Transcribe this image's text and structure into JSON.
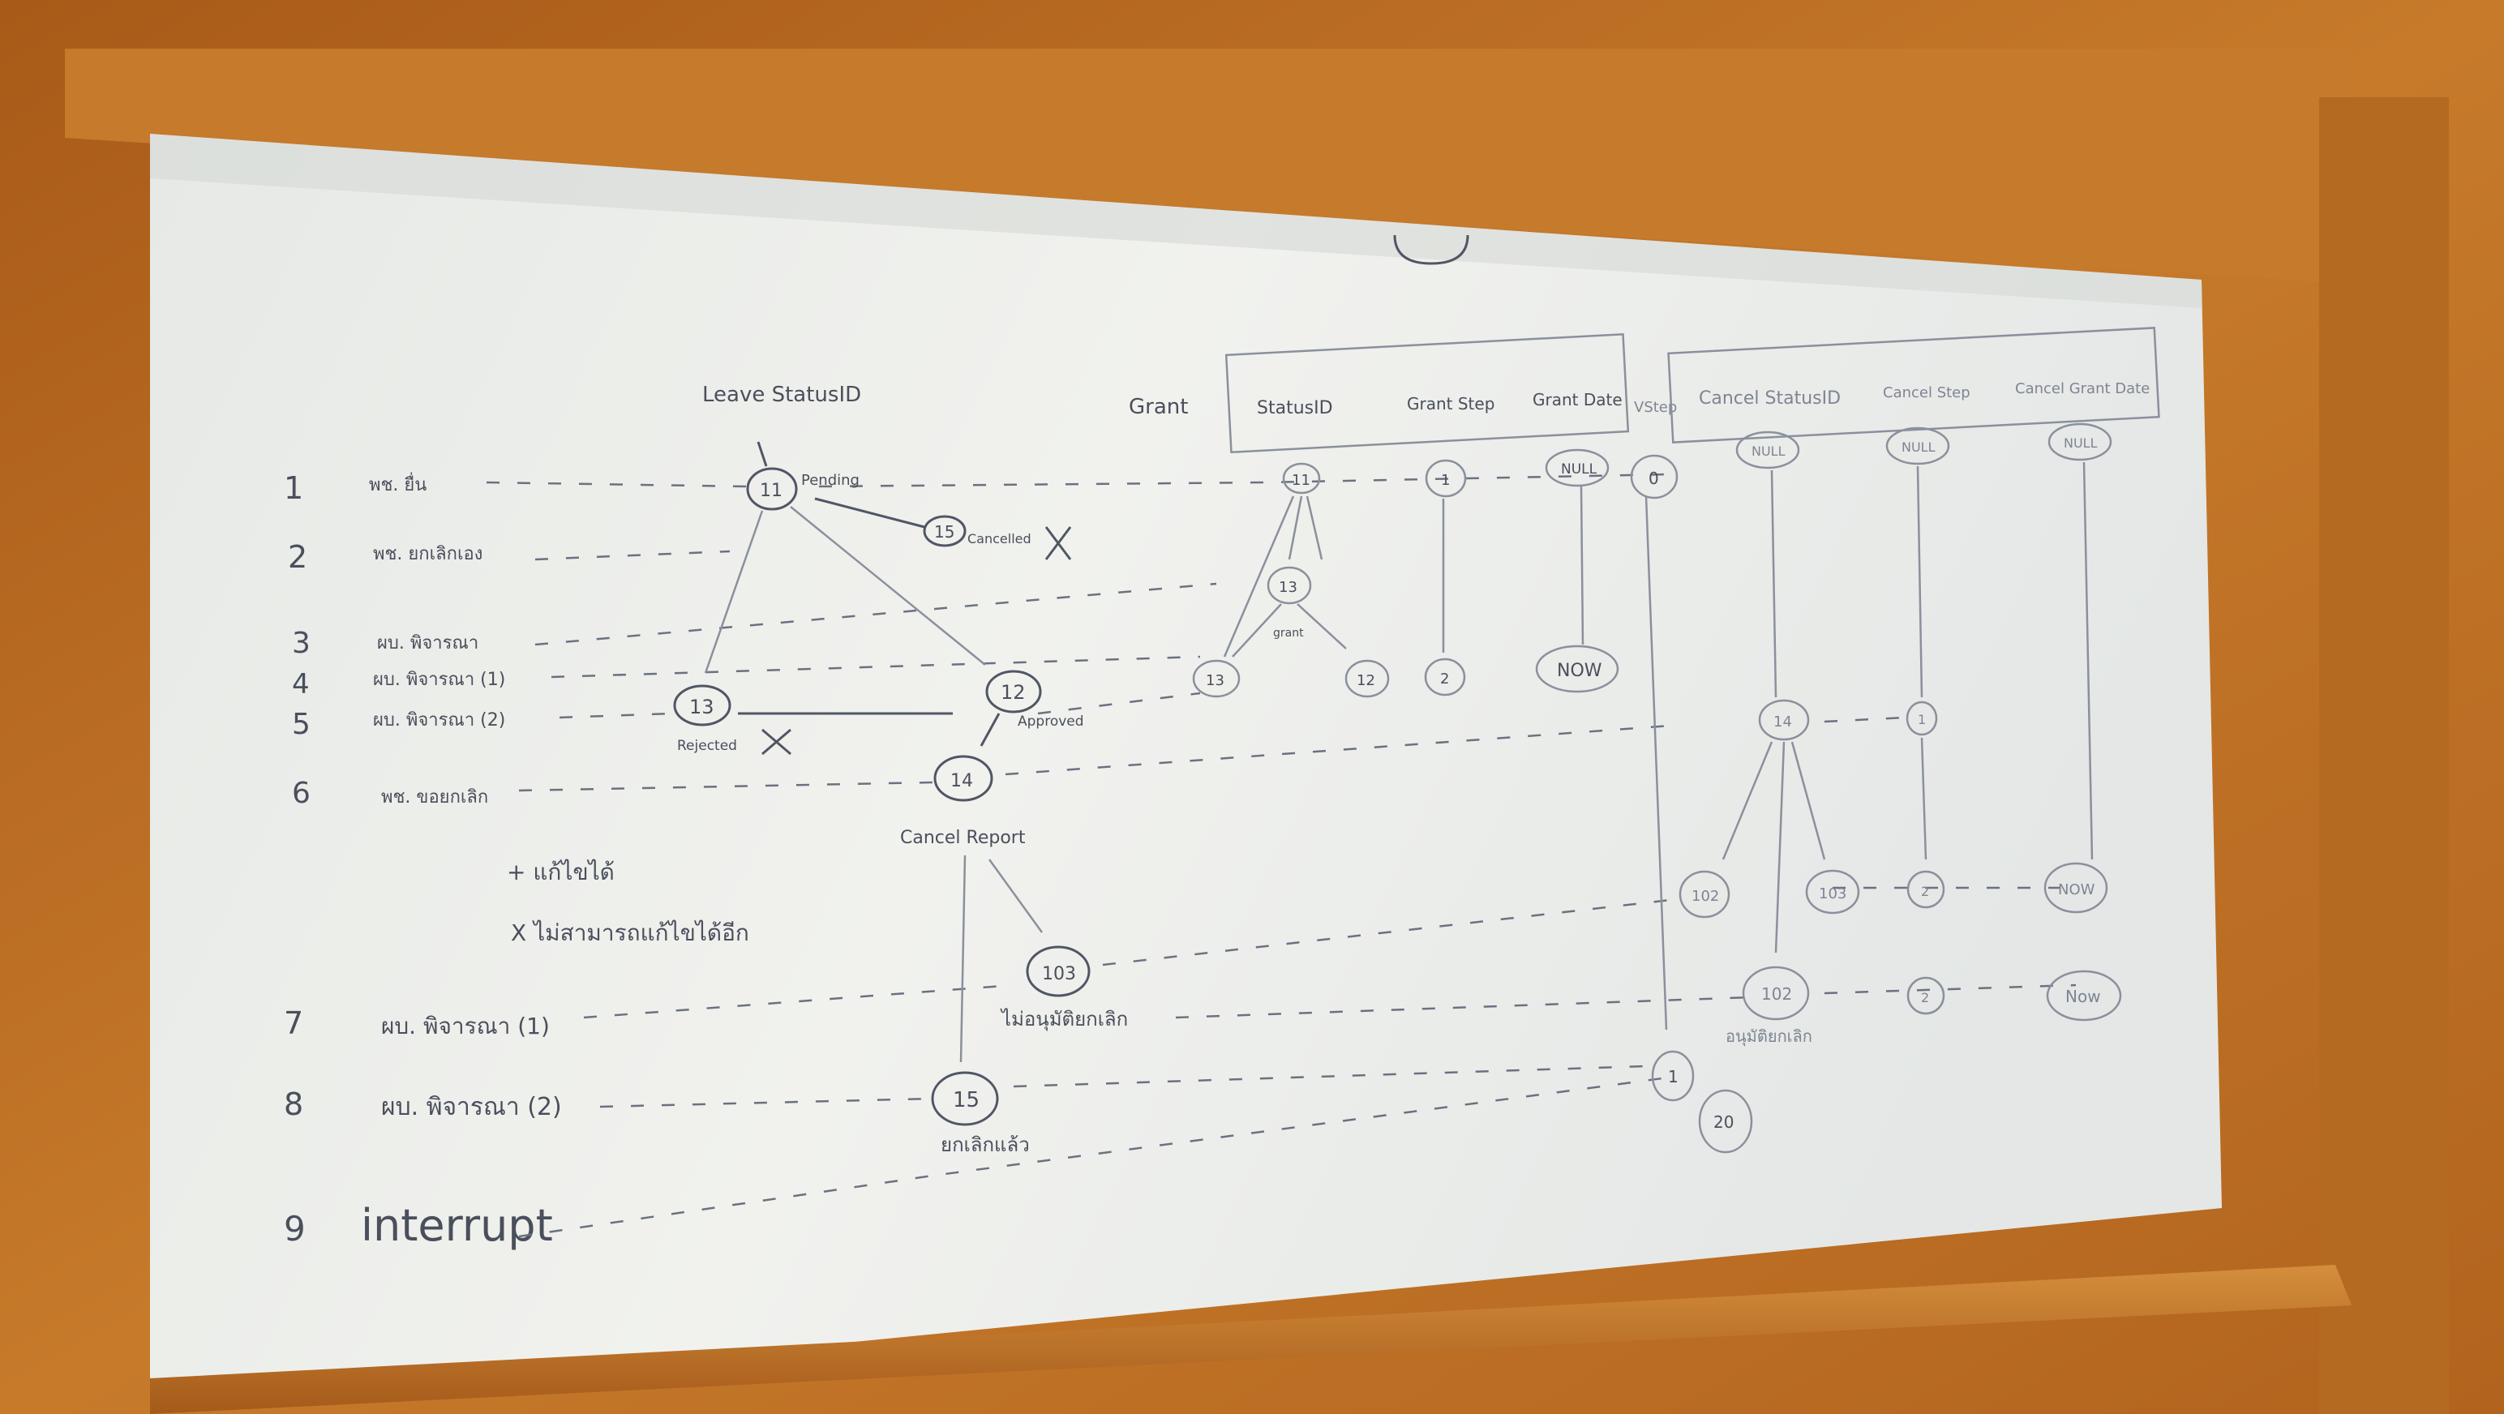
{
  "board": {
    "headers": {
      "leave_status": "Leave StatusID",
      "grant": "Grant",
      "status_id": "StatusID",
      "grant_step": "Grant Step",
      "grant_date": "Grant Date",
      "vstep": "VStep",
      "cancel_status": "Cancel StatusID",
      "cancel_step": "Cancel Step",
      "cancel_grant_date": "Cancel Grant Date"
    },
    "rows": [
      {
        "num": "1",
        "label": "พช. ยื่น"
      },
      {
        "num": "2",
        "label": "พช. ยกเลิกเอง"
      },
      {
        "num": "3",
        "label": "ผบ. พิจารณา"
      },
      {
        "num": "4",
        "label": "ผบ. พิจารณา (1)"
      },
      {
        "num": "5",
        "label": "ผบ. พิจารณา (2)"
      },
      {
        "num": "6",
        "label": "พช. ขอยกเลิก"
      },
      {
        "num": "7",
        "label": "ผบ. พิจารณา (1)"
      },
      {
        "num": "8",
        "label": "ผบ. พิจารณา (2)"
      },
      {
        "num": "9",
        "label": "interrupt"
      }
    ],
    "nodes": {
      "n11": "11",
      "n15a": "15",
      "n13": "13",
      "n12": "12",
      "n14": "14",
      "n103": "103",
      "n15b": "15",
      "s11": "11",
      "s13": "13",
      "s13b": "13",
      "s12": "12",
      "g1": "1",
      "g2": "2",
      "null1": "NULL",
      "now1": "NOW",
      "v0": "0",
      "c_null": "NULL",
      "cs_null": "NULL",
      "cg_null": "NULL",
      "c14": "14",
      "cs1": "1",
      "c102a": "102",
      "c103": "103",
      "cs2": "2",
      "c_now": "NOW",
      "c102b": "102",
      "cs2b": "2",
      "c_now2": "Now",
      "v1": "1",
      "v20": "20"
    },
    "notes": {
      "pending": "Pending",
      "cancelled": "Cancelled",
      "rejected": "Rejected",
      "approved": "Approved",
      "grant_arrow": "grant",
      "cancel_report": "Cancel Report",
      "legend_plus": "+ แก้ไขได้",
      "legend_x": "X ไม่สามารถแก้ไขได้อีก",
      "not_cancel": "ไม่อนุมัติยกเลิก",
      "cancelled_th": "ยกเลิกแล้ว",
      "approve_cancel": "อนุมัติยกเลิก"
    },
    "colors": {
      "frame": "#b8681e",
      "board": "#eceee9",
      "ink": "#4a4f5c"
    }
  }
}
